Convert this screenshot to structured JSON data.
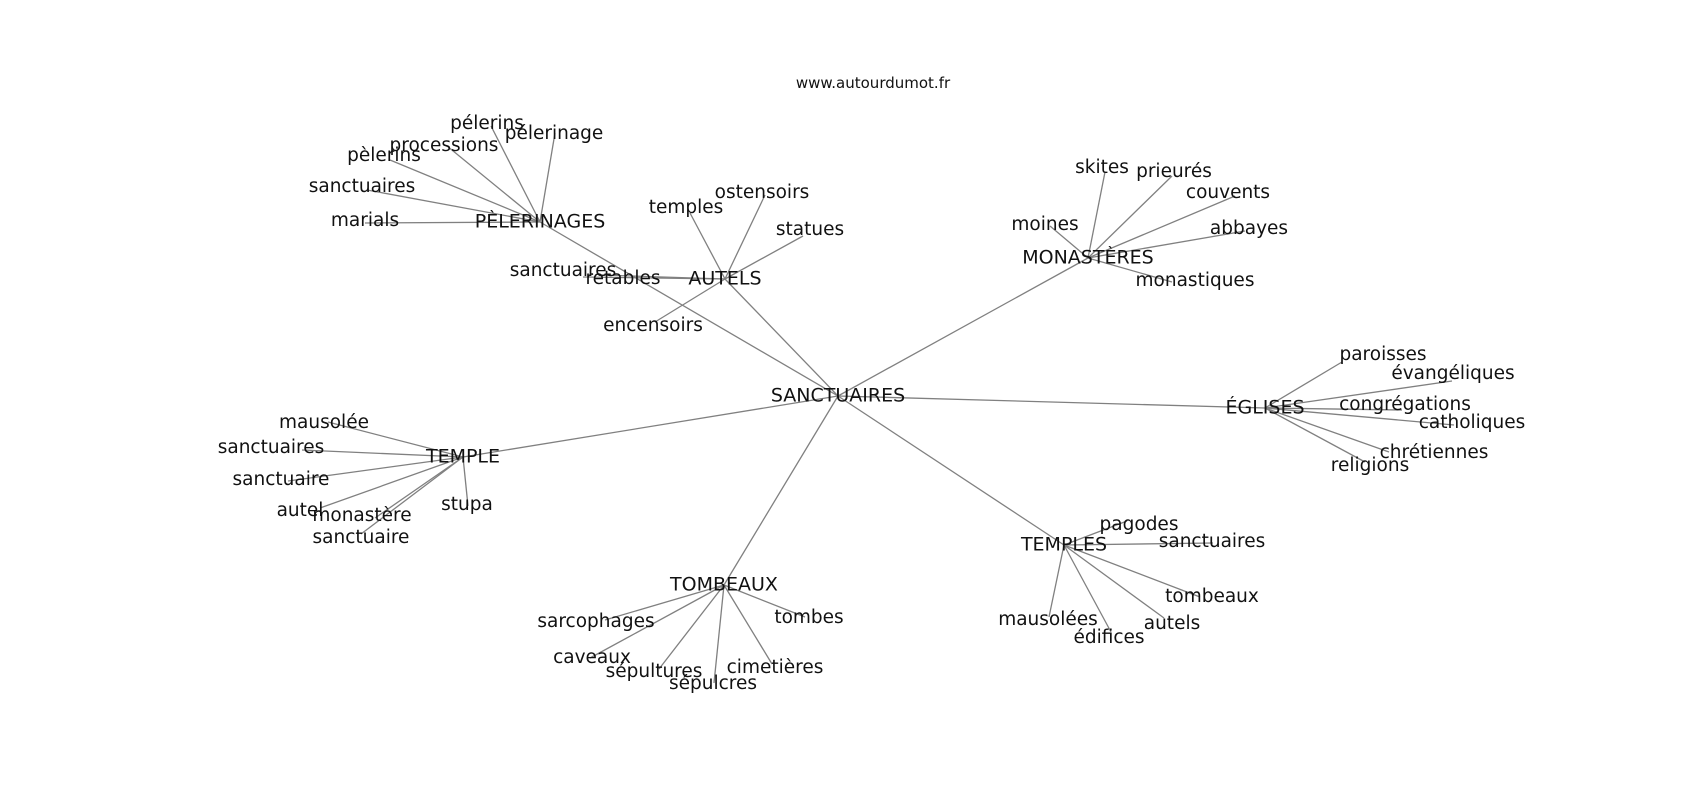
{
  "diagram": {
    "site": "www.autourdumot.fr",
    "center": "SANCTUAIRES",
    "hubs": [
      {
        "id": "pelerinages",
        "label": "PÈLERINAGES",
        "leaves": [
          "pélerins",
          "pélerinage",
          "processions",
          "pèlerins",
          "sanctuaires",
          "marials"
        ]
      },
      {
        "id": "autels",
        "label": "AUTELS",
        "leaves": [
          "ostensoirs",
          "temples",
          "statues",
          "sanctuaires",
          "retables",
          "encensoirs"
        ]
      },
      {
        "id": "monasteres",
        "label": "MONASTÈRES",
        "leaves": [
          "skites",
          "prieurés",
          "couvents",
          "abbayes",
          "moines",
          "monastiques"
        ]
      },
      {
        "id": "eglises",
        "label": "ÉGLISES",
        "leaves": [
          "paroisses",
          "évangéliques",
          "congrégations",
          "catholiques",
          "chrétiennes",
          "religions"
        ]
      },
      {
        "id": "temples",
        "label": "TEMPLES",
        "leaves": [
          "pagodes",
          "sanctuaires",
          "tombeaux",
          "autels",
          "mausolées",
          "édifices"
        ]
      },
      {
        "id": "tombeaux",
        "label": "TOMBEAUX",
        "leaves": [
          "sarcophages",
          "tombes",
          "caveaux",
          "sépultures",
          "cimetières",
          "sépulcres"
        ]
      },
      {
        "id": "temple",
        "label": "TEMPLE",
        "leaves": [
          "mausolée",
          "sanctuaires",
          "sanctuaire",
          "autel",
          "monastère",
          "sanctuaire",
          "stupa"
        ]
      }
    ]
  }
}
